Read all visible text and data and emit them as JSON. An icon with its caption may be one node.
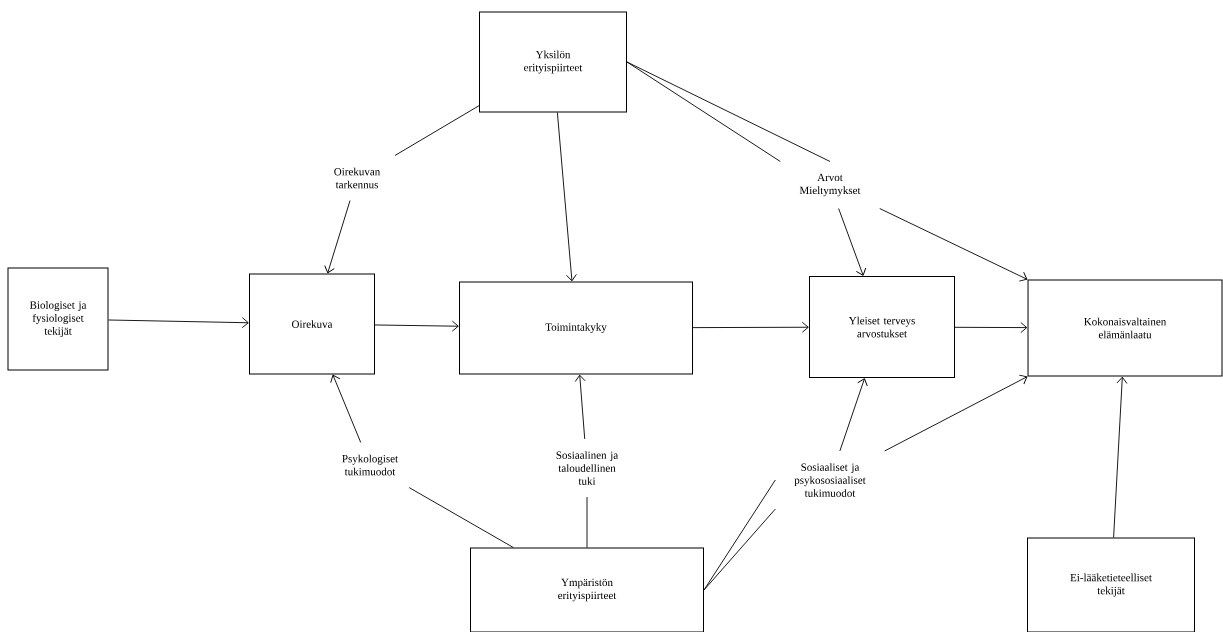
{
  "diagram": {
    "nodes": [
      {
        "text": [
          "Yksilön erityispiirteet"
        ]
      },
      {
        "text": [
          "Oirekuvan tarkennus"
        ]
      },
      {
        "text": [
          "Arvot Mieltymykset"
        ]
      },
      {
        "text": [
          "Biologiset ja fysiologiset tekijät"
        ]
      },
      {
        "text": [
          "Oirekuva"
        ]
      },
      {
        "text": [
          "Toimintakyky"
        ]
      },
      {
        "text": [
          "Yleiset terveys arvostukset"
        ]
      },
      {
        "text": [
          "Kokonaisvaltainen elämänlaatu"
        ]
      },
      {
        "text": [
          "Psykologiset tukimuodot"
        ]
      },
      {
        "text": [
          "Sosiaalinen ja taloudellinen tuki"
        ]
      },
      {
        "text": [
          "Sosiaaliset ja psykososiaaliset tukimuodot"
        ]
      },
      {
        "text": [
          "Ympäristön erityispiirteet"
        ]
      },
      {
        "text": [
          "Ei-lääketieteelliset tekijät"
        ]
      }
    ],
    "edges": [
      {
        "from": 0,
        "to": 1,
        "arrow": "none"
      },
      {
        "from": 1,
        "to": 4,
        "arrow": "to"
      },
      {
        "from": 0,
        "to": 5,
        "arrow": "to"
      },
      {
        "from": 0,
        "to": 2,
        "arrow": "none"
      },
      {
        "from": 0,
        "to": 2,
        "arrow": "none"
      },
      {
        "from": 2,
        "to": 6,
        "arrow": "to"
      },
      {
        "from": 2,
        "to": 7,
        "arrow": "to"
      },
      {
        "from": 3,
        "to": 4,
        "arrow": "to"
      },
      {
        "from": 4,
        "to": 5,
        "arrow": "to"
      },
      {
        "from": 5,
        "to": 6,
        "arrow": "to"
      },
      {
        "from": 6,
        "to": 7,
        "arrow": "to"
      },
      {
        "from": 11,
        "to": 8,
        "arrow": "none"
      },
      {
        "from": 8,
        "to": 4,
        "arrow": "to"
      },
      {
        "from": 11,
        "to": 9,
        "arrow": "none"
      },
      {
        "from": 9,
        "to": 5,
        "arrow": "to"
      },
      {
        "from": 11,
        "to": 10,
        "arrow": "none"
      },
      {
        "from": 11,
        "to": 10,
        "arrow": "none"
      },
      {
        "from": 10,
        "to": 6,
        "arrow": "to"
      },
      {
        "from": 10,
        "to": 7,
        "arrow": "to"
      },
      {
        "from": 12,
        "to": 7,
        "arrow": "to"
      }
    ]
  }
}
